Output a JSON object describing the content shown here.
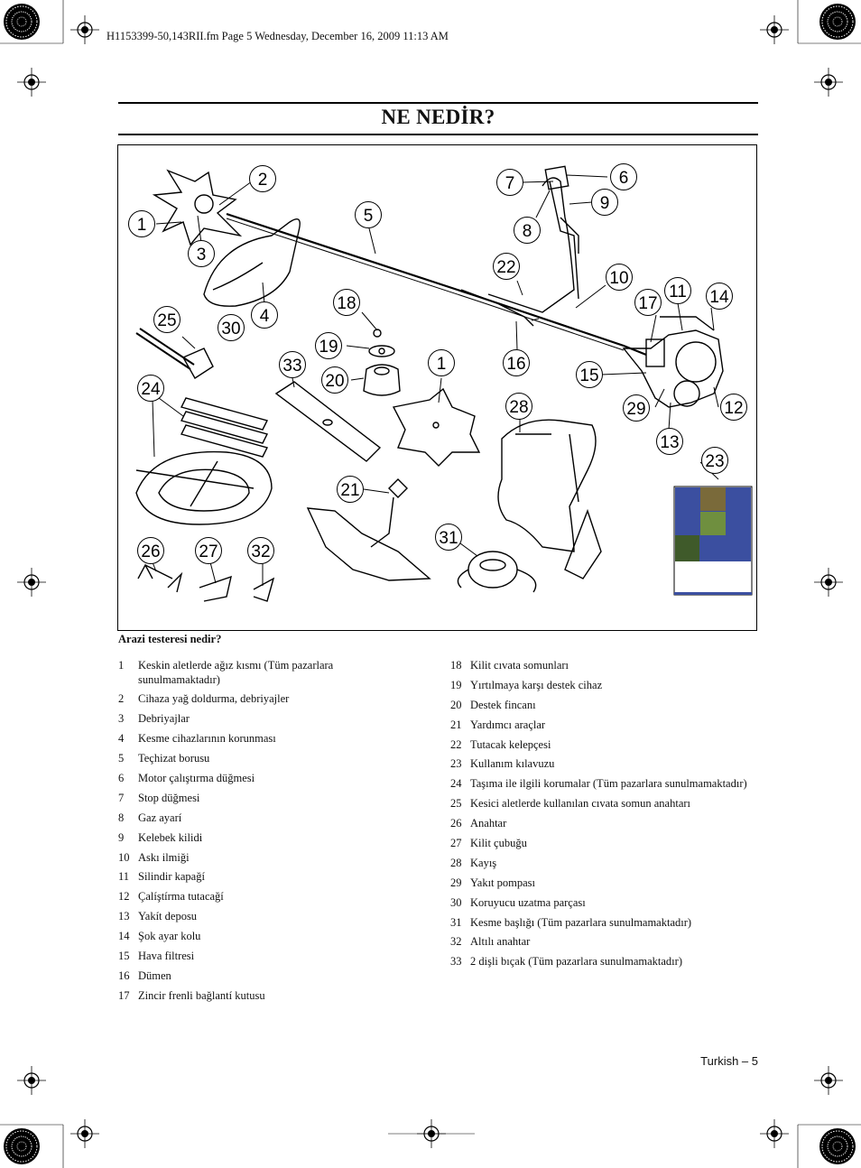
{
  "header_line": "H1153399-50,143RII.fm  Page 5  Wednesday, December 16, 2009  11:13 AM",
  "page_title": "NE NEDİR?",
  "figure": {
    "callouts": {
      "c1a": "1",
      "c2": "2",
      "c3": "3",
      "c4": "4",
      "c5": "5",
      "c6": "6",
      "c7": "7",
      "c8": "8",
      "c9": "9",
      "c10": "10",
      "c11": "11",
      "c12": "12",
      "c13": "13",
      "c14": "14",
      "c15": "15",
      "c16": "16",
      "c17": "17",
      "c18": "18",
      "c19": "19",
      "c20": "20",
      "c1b": "1",
      "c21": "21",
      "c22": "22",
      "c23": "23",
      "c24": "24",
      "c25": "25",
      "c26": "26",
      "c27": "27",
      "c28": "28",
      "c29": "29",
      "c30": "30",
      "c31": "31",
      "c32": "32",
      "c33": "33"
    }
  },
  "caption": "Arazi testeresi nedir?",
  "legend_left": [
    {
      "num": "1",
      "text": "Keskin aletlerde ağız kısmı (Tüm pazarlara sunulmamaktadır)"
    },
    {
      "num": "2",
      "text": "Cihaza yağ doldurma, debriyajler"
    },
    {
      "num": "3",
      "text": "Debriyajlar"
    },
    {
      "num": "4",
      "text": "Kesme cihazlarının korunması"
    },
    {
      "num": "5",
      "text": "Teçhizat borusu"
    },
    {
      "num": "6",
      "text": "Motor çalıştırma düğmesi"
    },
    {
      "num": "7",
      "text": "Stop düğmesi"
    },
    {
      "num": "8",
      "text": "Gaz ayarí"
    },
    {
      "num": "9",
      "text": "Kelebek kilidi"
    },
    {
      "num": "10",
      "text": "Askı ilmiği"
    },
    {
      "num": "11",
      "text": "Silindir kapağí"
    },
    {
      "num": "12",
      "text": "Çalíştírma tutacağí"
    },
    {
      "num": "13",
      "text": "Yakít deposu"
    },
    {
      "num": "14",
      "text": "Şok ayar kolu"
    },
    {
      "num": "15",
      "text": "Hava filtresi"
    },
    {
      "num": "16",
      "text": "Dümen"
    },
    {
      "num": "17",
      "text": "Zincir frenli bağlantí kutusu"
    }
  ],
  "legend_right": [
    {
      "num": "18",
      "text": "Kilit cıvata somunları"
    },
    {
      "num": "19",
      "text": "Yırtılmaya karşı destek cihaz"
    },
    {
      "num": "20",
      "text": "Destek fincanı"
    },
    {
      "num": "21",
      "text": "Yardımcı araçlar"
    },
    {
      "num": "22",
      "text": "Tutacak kelepçesi"
    },
    {
      "num": "23",
      "text": "Kullanım kılavuzu"
    },
    {
      "num": "24",
      "text": "Taşıma ile ilgili korumalar (Tüm pazarlara sunulmamaktadır)"
    },
    {
      "num": "25",
      "text": "Kesici aletlerde kullanılan cıvata somun anahtarı"
    },
    {
      "num": "26",
      "text": "Anahtar"
    },
    {
      "num": "27",
      "text": "Kilit çubuğu"
    },
    {
      "num": "28",
      "text": "Kayış"
    },
    {
      "num": "29",
      "text": "Yakıt pompası"
    },
    {
      "num": "30",
      "text": "Koruyucu uzatma parçası"
    },
    {
      "num": "31",
      "text": "Kesme başlığı (Tüm pazarlara sunulmamaktadır)"
    },
    {
      "num": "32",
      "text": "Altılı anahtar"
    },
    {
      "num": "33",
      "text": "2 dişli bıçak (Tüm pazarlara sunulmamaktadır)"
    }
  ],
  "footer": "Turkish – 5",
  "colors": {
    "manual_blue": "#3b4fa0",
    "ink": "#000000"
  }
}
